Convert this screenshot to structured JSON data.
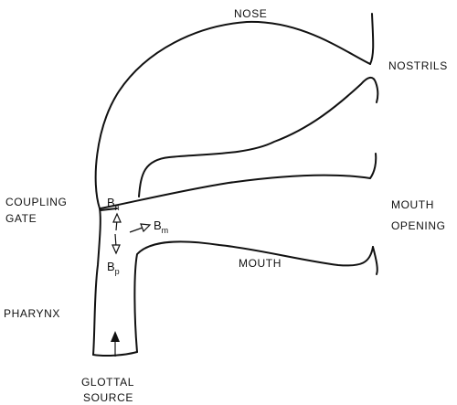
{
  "labels": {
    "nose": "NOSE",
    "nostrils": "NOSTRILS",
    "coupling_gate_line1": "COUPLING",
    "coupling_gate_line2": "GATE",
    "mouth_opening_line1": "MOUTH",
    "mouth_opening_line2": "OPENING",
    "mouth": "MOUTH",
    "pharynx": "PHARYNX",
    "glottal_source_line1": "GLOTTAL",
    "glottal_source_line2": "SOURCE"
  },
  "symbols": {
    "bn": {
      "base": "B",
      "sub": "n"
    },
    "bm": {
      "base": "B",
      "sub": "m"
    },
    "bp": {
      "base": "B",
      "sub": "p"
    }
  }
}
